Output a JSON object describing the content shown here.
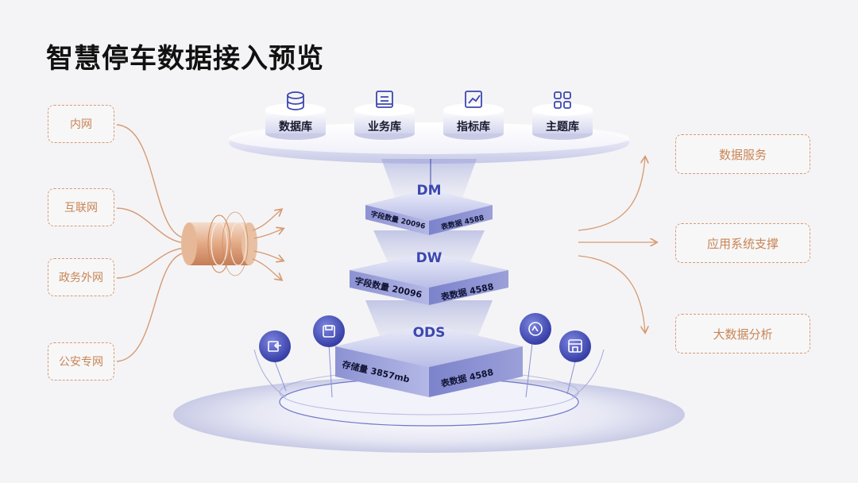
{
  "title": "智慧停车数据接入预览",
  "sources": [
    "内网",
    "互联网",
    "政务外网",
    "公安专网"
  ],
  "outputs": [
    "数据服务",
    "应用系统支撑",
    "大数据分析"
  ],
  "top_libraries": [
    "数据库",
    "业务库",
    "指标库",
    "主题库"
  ],
  "layers": {
    "dm": {
      "name": "DM",
      "left_label": "字段数量  20096",
      "right_label": "表数据    4588"
    },
    "dw": {
      "name": "DW",
      "left_label": "字段数量  20096",
      "right_label": "表数据    4588"
    },
    "ods": {
      "name": "ODS",
      "left_label": "存储量  3857mb",
      "right_label": "表数据    4588"
    }
  },
  "icons": {
    "top": [
      "database-icon",
      "document-icon",
      "chart-trend-icon",
      "grid-apps-icon"
    ],
    "bubbles": [
      "building-arrow-icon",
      "floppy-disk-icon",
      "refresh-circle-icon",
      "storefront-icon"
    ]
  },
  "colors": {
    "accent_blue": "#3c47b0",
    "accent_orange": "#d79a72",
    "title": "#111111"
  }
}
